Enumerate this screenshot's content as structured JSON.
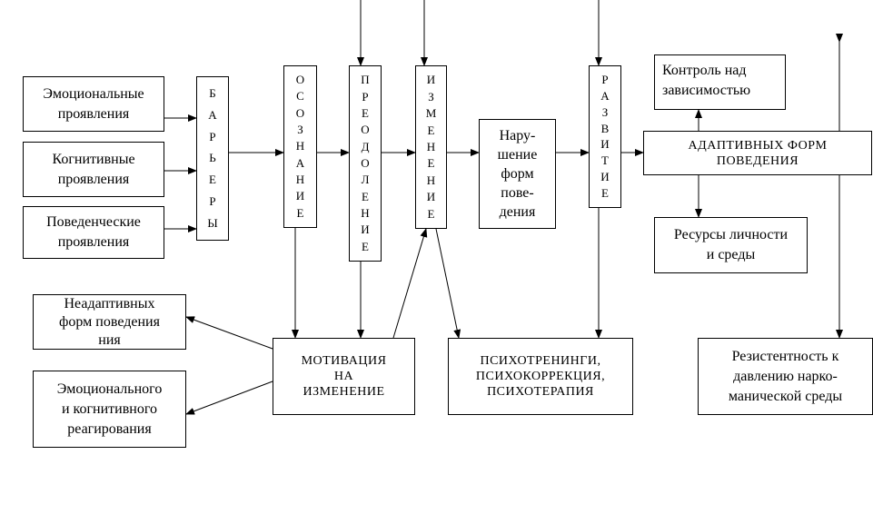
{
  "diagram": {
    "manifestations": {
      "emotional": "Эмоциональные\nпроявления",
      "cognitive": "Когнитивные\nпроявления",
      "behavioral": "Поведенческие\nпроявления"
    },
    "vertical_stages": {
      "barriers": "БАРЬЕРЫ",
      "awareness": "ОСОЗНАНИЕ",
      "overcoming": "ПРЕОДОЛЕНИЕ",
      "change": "ИЗМЕНЕНИЕ",
      "development": "РАЗВИТИЕ"
    },
    "disruption": "Нару-\nшение\nформ\nпове-\nдения",
    "adaptive_forms": "АДАПТИВНЫХ ФОРМ\nПОВЕДЕНИЯ",
    "control": "Контроль над\nзависимостью",
    "resources": "Ресурсы личности\nи среды",
    "maladaptive": "Неадаптивных\nформ поведения\nния",
    "emotional_reaction": "Эмоционального\nи когнитивного\nреагирования",
    "motivation": "МОТИВАЦИЯ\nНА\nИЗМЕНЕНИЕ",
    "psychotraining": "ПСИХОТРЕНИНГИ,\nПСИХОКОРРЕКЦИЯ,\nПСИХОТЕРАПИЯ",
    "resistance": "Резистентность к\nдавлению нарко-\nманической среды"
  }
}
